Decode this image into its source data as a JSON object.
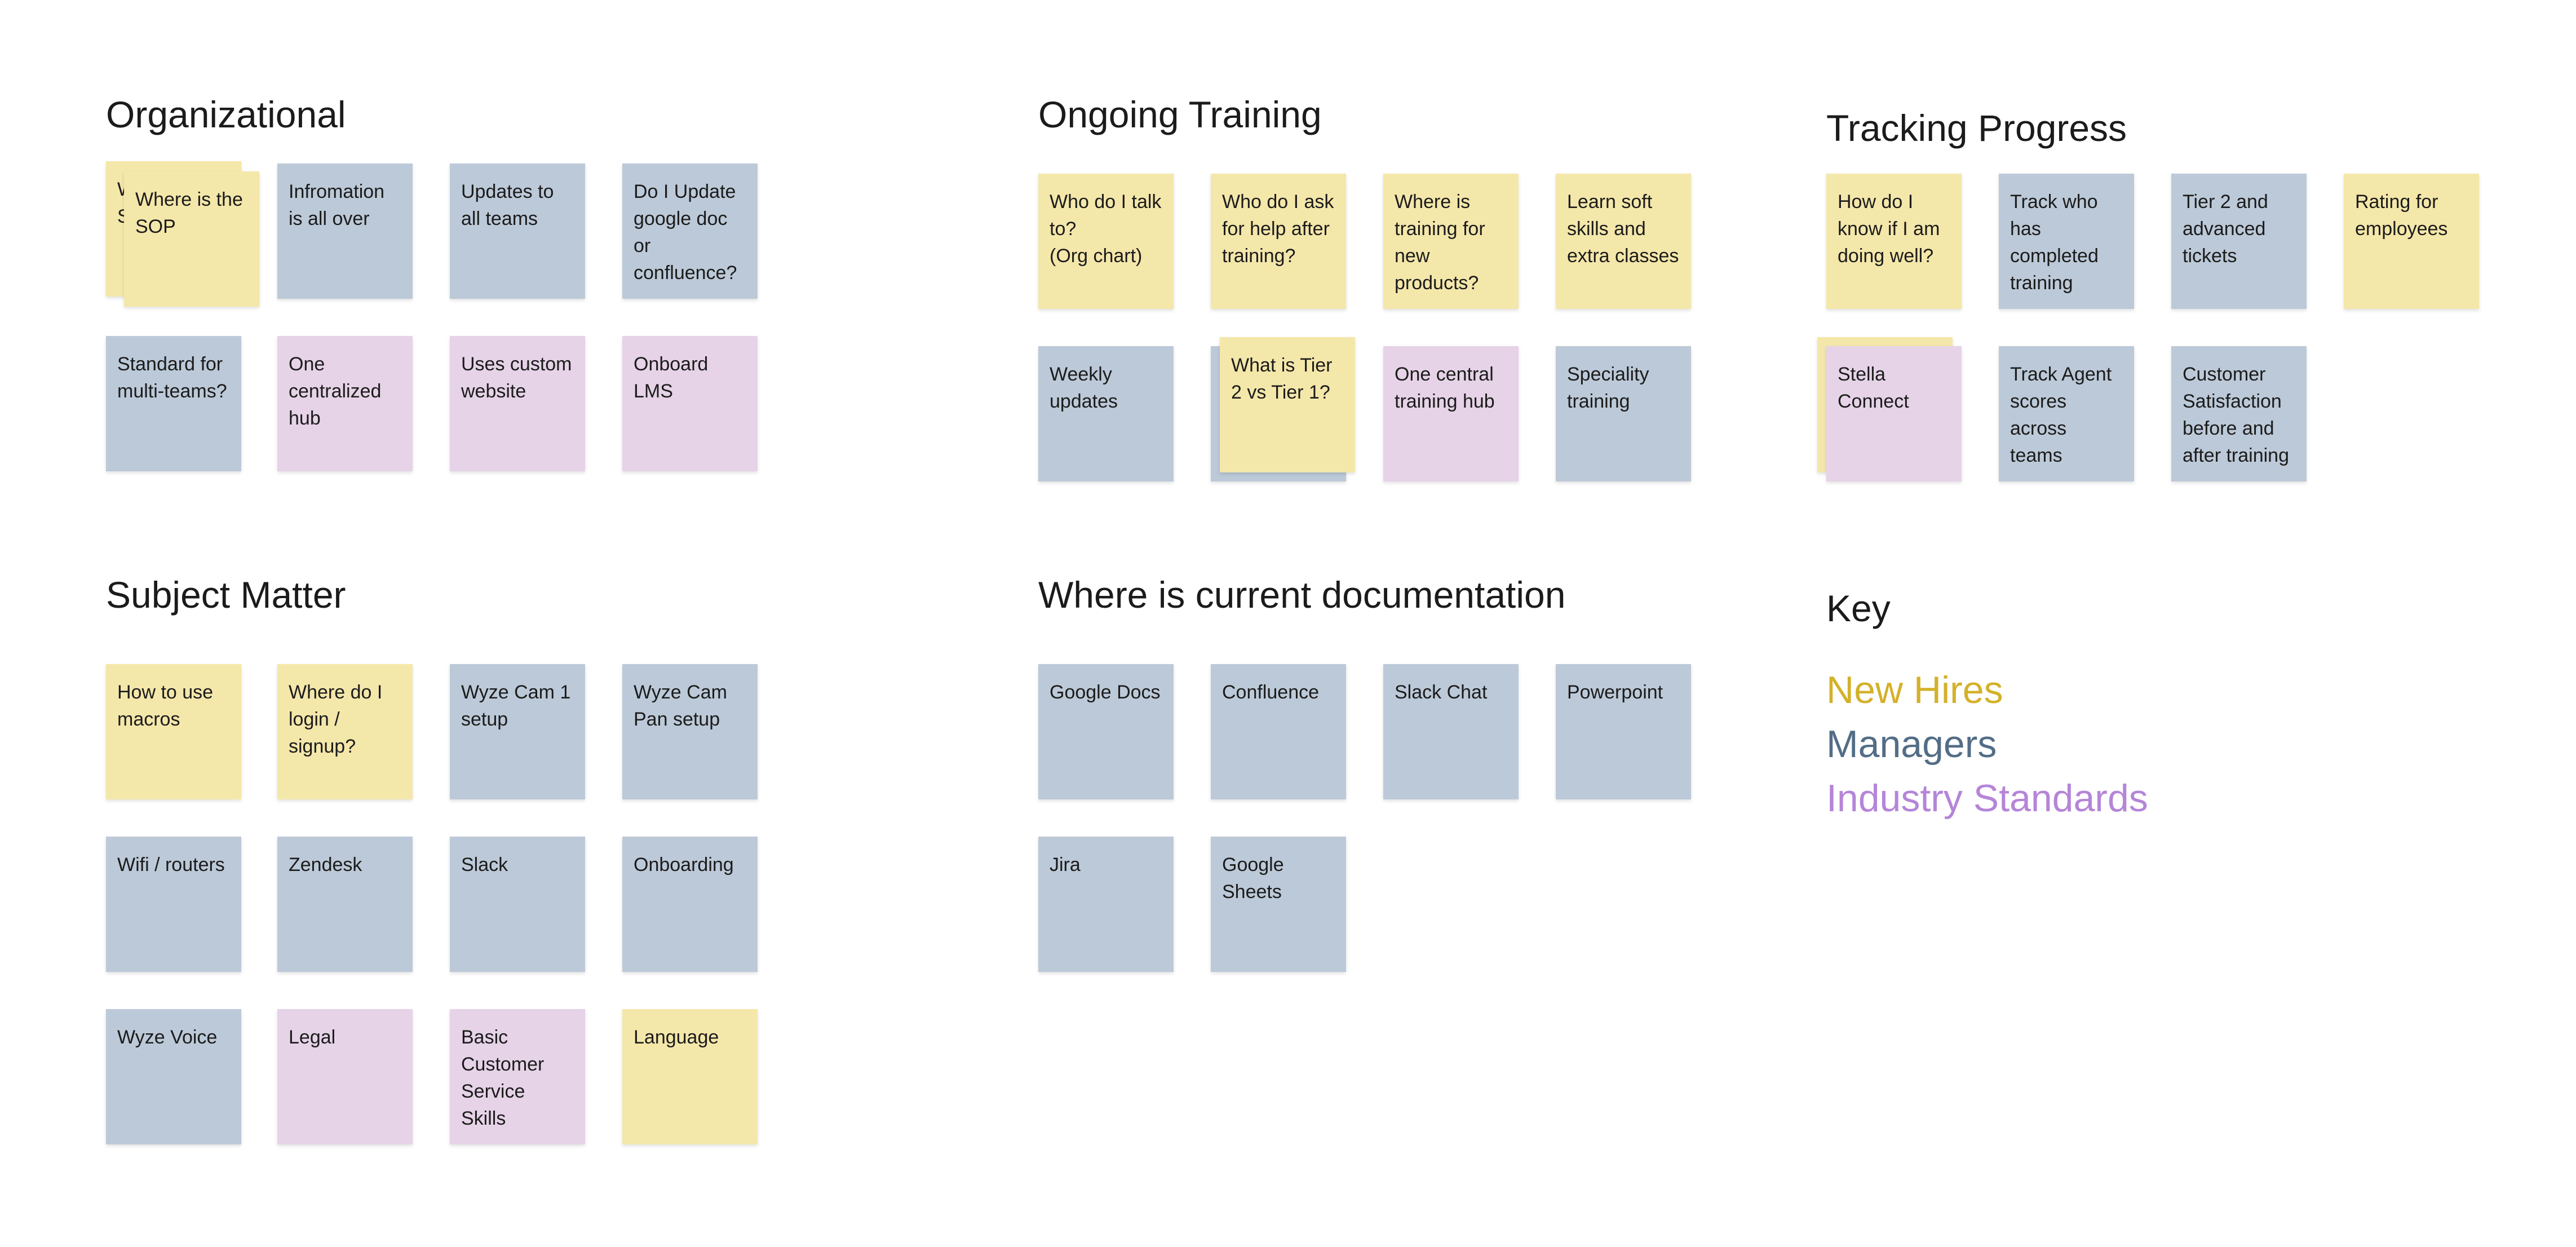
{
  "colors": {
    "new_hires": "#d4b12a",
    "managers": "#536d86",
    "industry_standards": "#b585d8",
    "note_yellow": "#f4e7aa",
    "note_blue": "#bcc9d8",
    "note_pink": "#e6d3e7"
  },
  "sections": {
    "organizational": {
      "title": "Organizational",
      "notes": [
        {
          "text": "W\nS",
          "color": "yellow"
        },
        {
          "text": "Where is the SOP",
          "color": "yellow"
        },
        {
          "text": "Infromation is all over",
          "color": "blue"
        },
        {
          "text": "Updates to all teams",
          "color": "blue"
        },
        {
          "text": "Do I Update google doc or confluence?",
          "color": "blue"
        },
        {
          "text": "Standard for multi-teams?",
          "color": "blue"
        },
        {
          "text": "One centralized hub",
          "color": "pink"
        },
        {
          "text": "Uses custom website",
          "color": "pink"
        },
        {
          "text": "Onboard LMS",
          "color": "pink"
        }
      ]
    },
    "ongoing_training": {
      "title": "Ongoing Training",
      "notes": [
        {
          "text": "Who do I talk to?\n(Org chart)",
          "color": "yellow"
        },
        {
          "text": "Who do I ask for help after training?",
          "color": "yellow"
        },
        {
          "text": "Where is training for new products?",
          "color": "yellow"
        },
        {
          "text": "Learn soft skills and extra classes",
          "color": "yellow"
        },
        {
          "text": "Weekly updates",
          "color": "blue"
        },
        {
          "text": "",
          "color": "blue"
        },
        {
          "text": "What is Tier 2 vs Tier 1?",
          "color": "yellow"
        },
        {
          "text": "One central training hub",
          "color": "pink"
        },
        {
          "text": "Speciality training",
          "color": "blue"
        }
      ]
    },
    "tracking_progress": {
      "title": "Tracking Progress",
      "notes": [
        {
          "text": "How do I know if I am doing well?",
          "color": "yellow"
        },
        {
          "text": "Track who has completed training",
          "color": "blue"
        },
        {
          "text": "Tier 2 and advanced tickets",
          "color": "blue"
        },
        {
          "text": "Rating for employees",
          "color": "yellow"
        },
        {
          "text": "",
          "color": "yellow"
        },
        {
          "text": "Stella Connect",
          "color": "pink"
        },
        {
          "text": "Track Agent scores across teams",
          "color": "blue"
        },
        {
          "text": "Customer Satisfaction before and after training",
          "color": "blue"
        }
      ]
    },
    "subject_matter": {
      "title": "Subject Matter",
      "notes": [
        {
          "text": "How to use macros",
          "color": "yellow"
        },
        {
          "text": "Where do I login / signup?",
          "color": "yellow"
        },
        {
          "text": "Wyze Cam 1 setup",
          "color": "blue"
        },
        {
          "text": "Wyze Cam Pan setup",
          "color": "blue"
        },
        {
          "text": "Wifi / routers",
          "color": "blue"
        },
        {
          "text": "Zendesk",
          "color": "blue"
        },
        {
          "text": "Slack",
          "color": "blue"
        },
        {
          "text": "Onboarding",
          "color": "blue"
        },
        {
          "text": "Wyze Voice",
          "color": "blue"
        },
        {
          "text": "Legal",
          "color": "pink"
        },
        {
          "text": "Basic Customer Service Skills",
          "color": "pink"
        },
        {
          "text": "Language",
          "color": "yellow"
        }
      ]
    },
    "current_documentation": {
      "title": "Where is current documentation",
      "notes": [
        {
          "text": "Google Docs",
          "color": "blue"
        },
        {
          "text": "Confluence",
          "color": "blue"
        },
        {
          "text": "Slack Chat",
          "color": "blue"
        },
        {
          "text": "Powerpoint",
          "color": "blue"
        },
        {
          "text": "Jira",
          "color": "blue"
        },
        {
          "text": "Google Sheets",
          "color": "blue"
        }
      ]
    }
  },
  "key": {
    "title": "Key",
    "items": [
      {
        "label": "New Hires"
      },
      {
        "label": "Managers"
      },
      {
        "label": "Industry Standards"
      }
    ]
  }
}
